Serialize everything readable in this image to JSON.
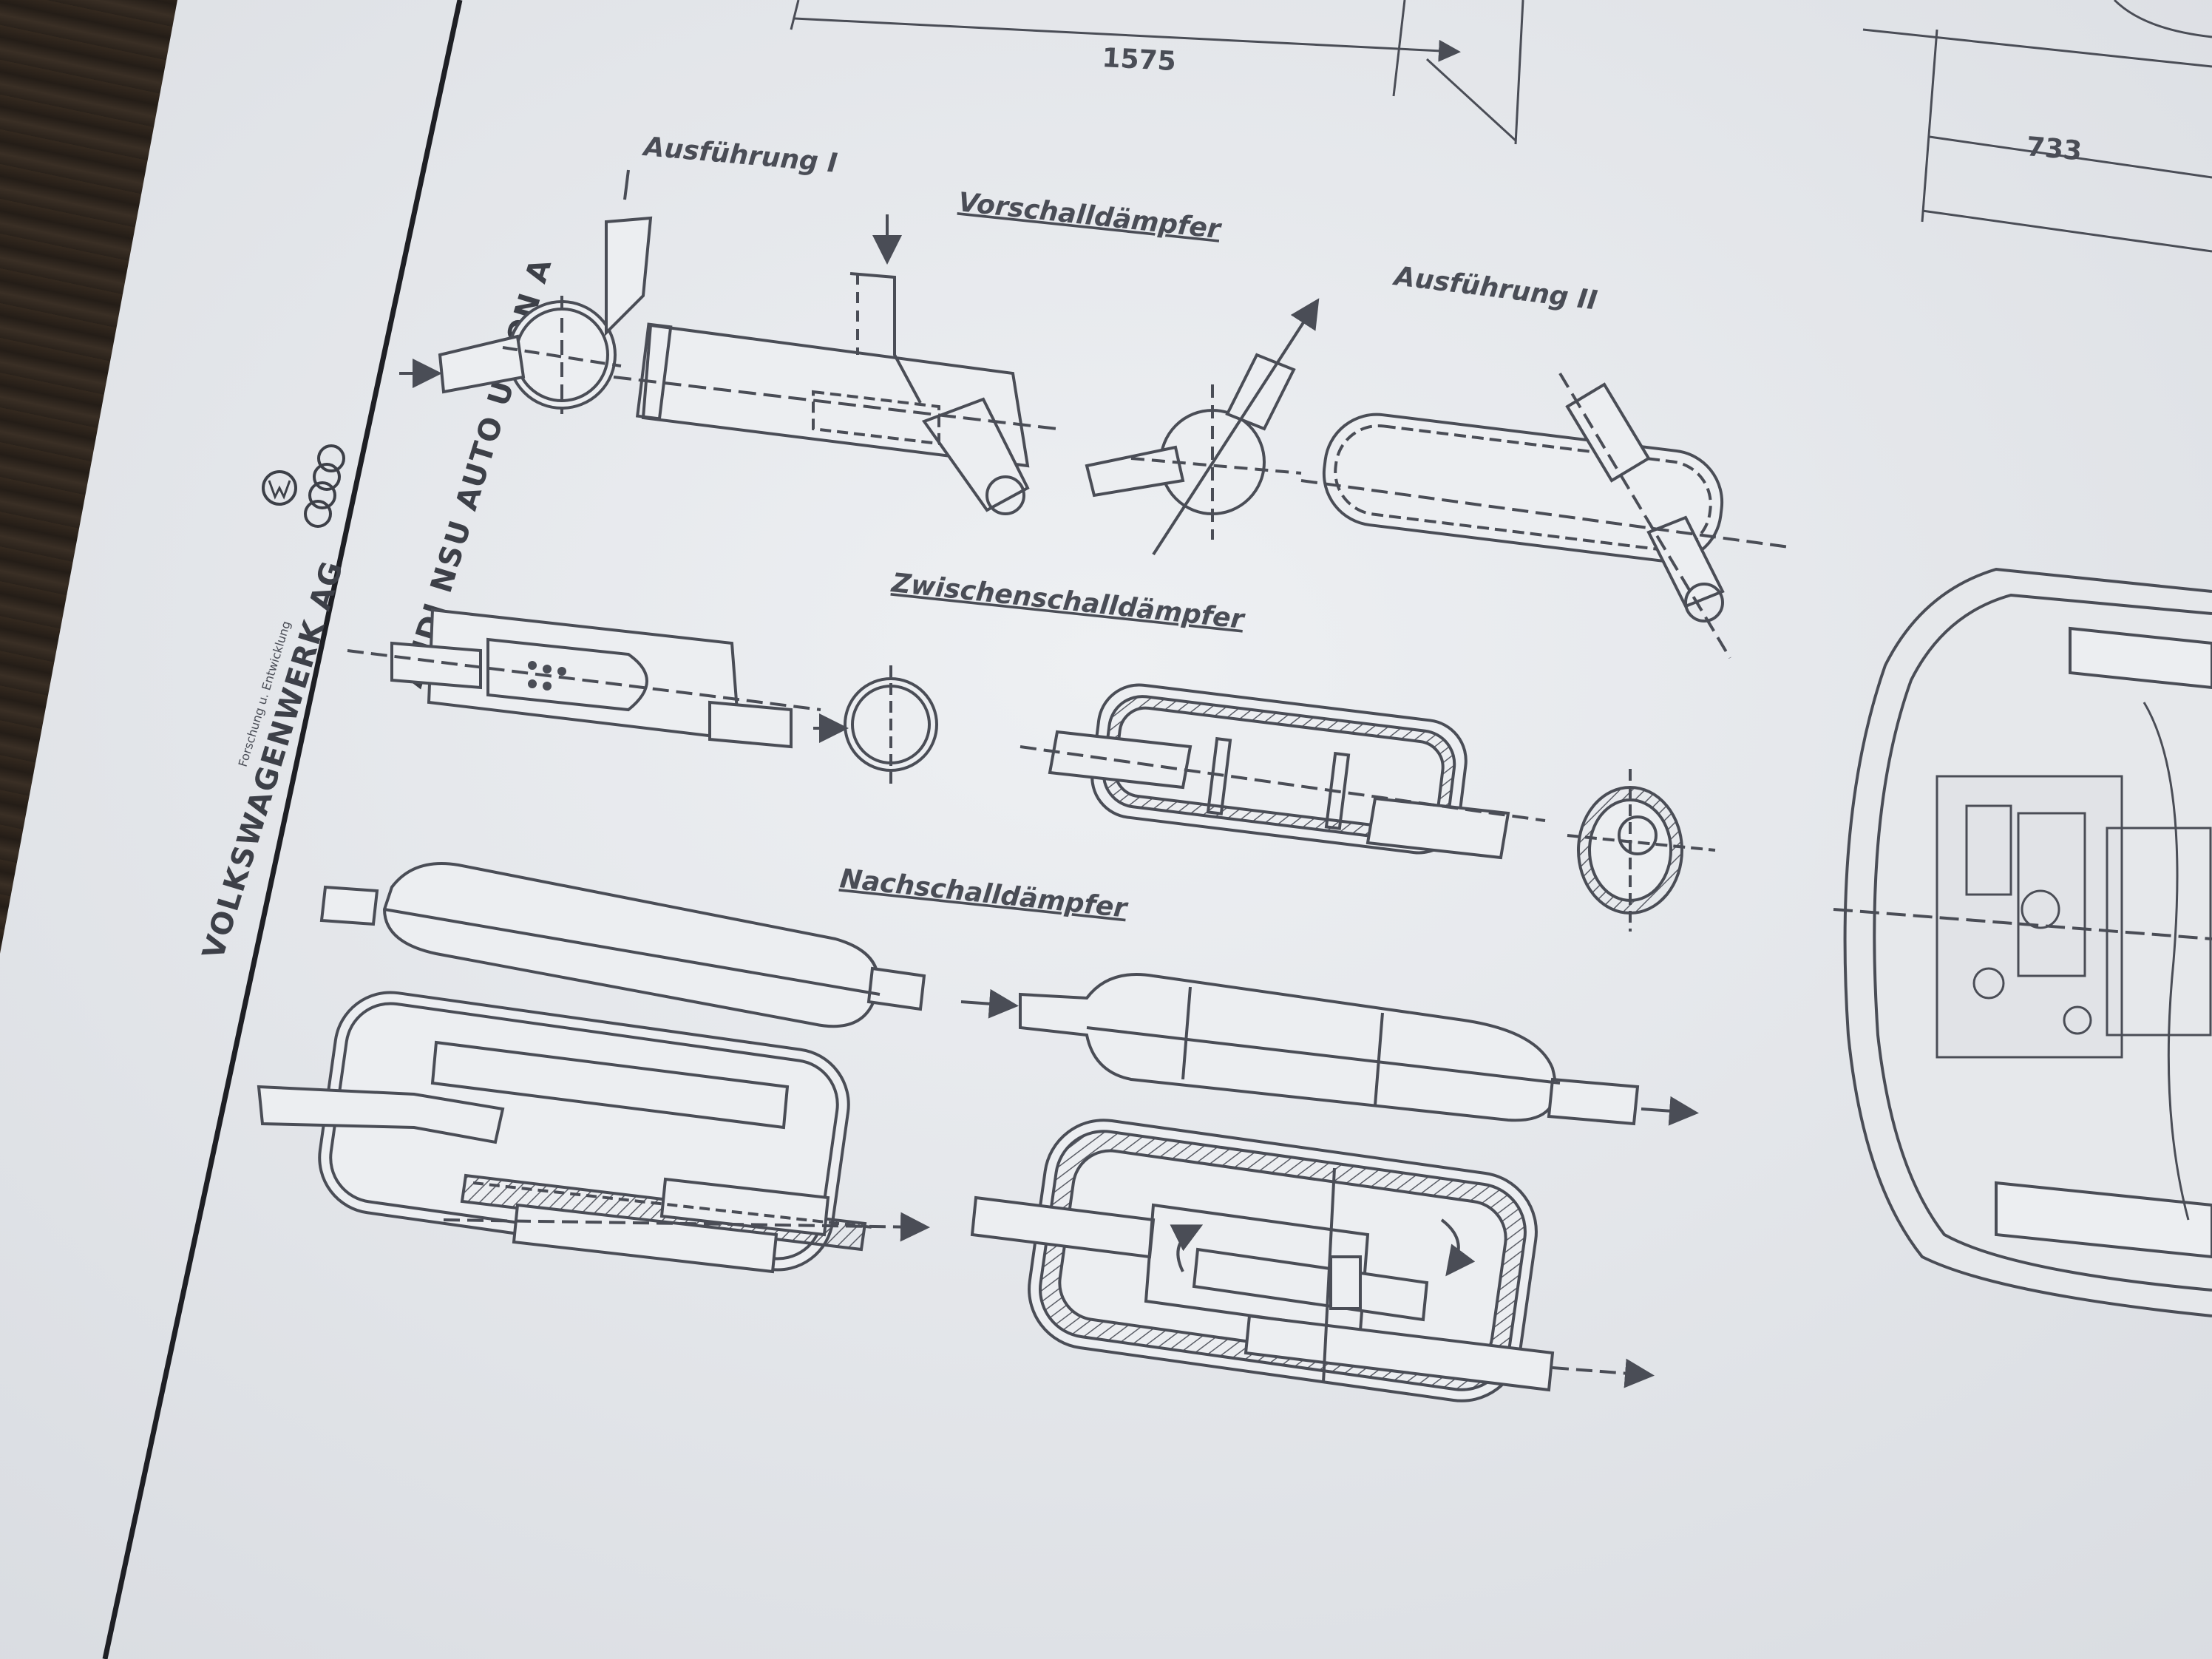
{
  "sidebar": {
    "company": "VOLKSWAGENWERK AG",
    "sub_line": "Forschung u. Entwicklung",
    "group": "AUDI NSU AUTO UNION A"
  },
  "dimensions": {
    "length_main": "1575",
    "length_right": "733"
  },
  "labels": {
    "variant_1": "Ausführung I",
    "variant_2": "Ausführung II",
    "pre_muffler": "Vorschalldämpfer",
    "middle_muffler": "Zwischenschalldämpfer",
    "rear_muffler": "Nachschalldämpfer"
  },
  "colors": {
    "paper": "#e9ebee",
    "line": "#4a4d56",
    "desk": "#2b241d"
  }
}
